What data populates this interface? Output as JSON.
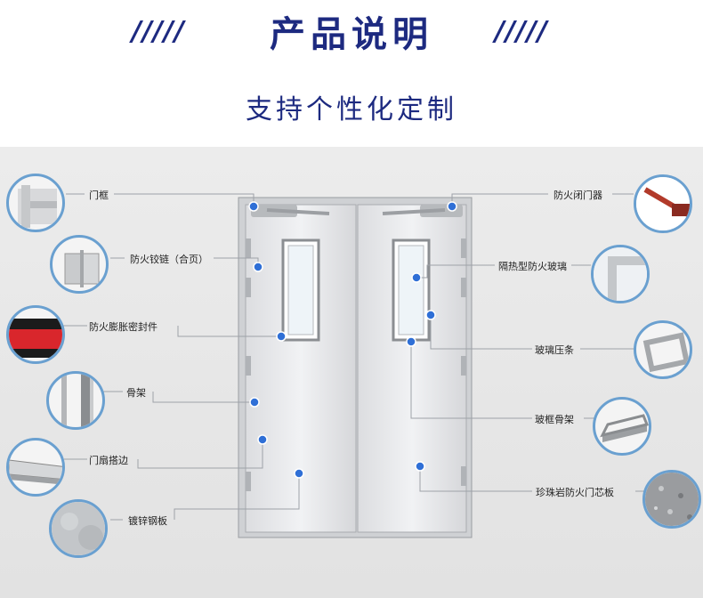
{
  "header": {
    "title": "产品说明",
    "deco_left": "/////",
    "deco_right": "/////",
    "subtitle": "支持个性化定制"
  },
  "labels": {
    "frame": "门框",
    "hinge": "防火铰链（合页）",
    "seal": "防火膨胀密封件",
    "skeleton": "骨架",
    "lap_edge": "门扇搭边",
    "steel_plate": "镀锌钢板",
    "closer": "防火闭门器",
    "glass": "隔热型防火玻璃",
    "glass_bead": "玻璃压条",
    "glass_frame": "玻框骨架",
    "core_board": "珍珠岩防火门芯板"
  },
  "colors": {
    "title": "#1d2a80",
    "marker": "#2f6fd6",
    "ring": "#6aa0d0",
    "panel_bg": "#e6e6e6"
  }
}
